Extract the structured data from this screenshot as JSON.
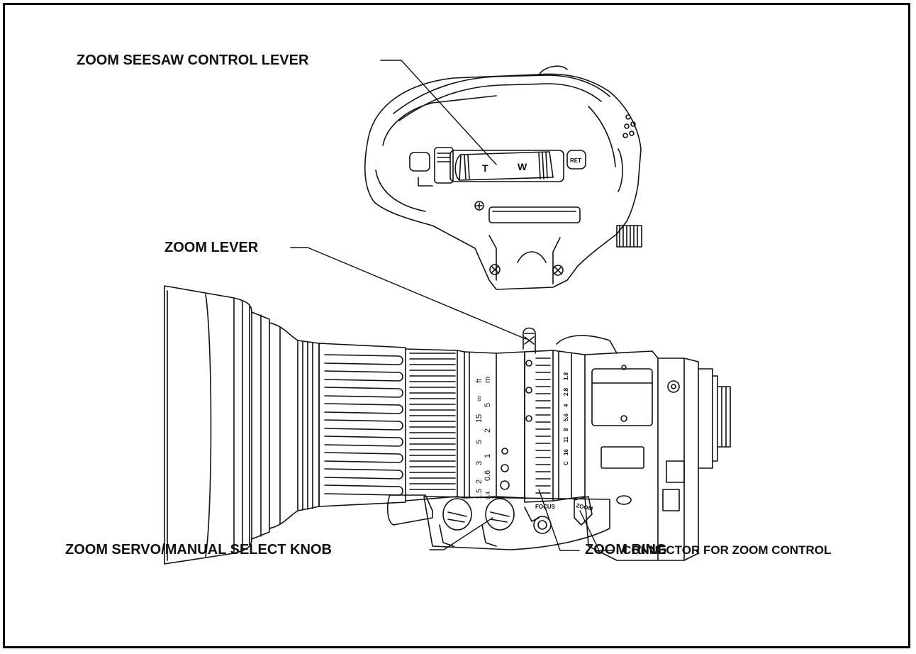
{
  "callouts": {
    "zoom_seesaw": "ZOOM SEESAW CONTROL LEVER",
    "zoom_lever": "ZOOM LEVER",
    "zoom_connector": "CONNECTOR FOR ZOOM CONTROL",
    "servo_knob": "ZOOM SERVO/MANUAL SELECT KNOB",
    "zoom_ring": "ZOOM RING"
  },
  "grip_markings": {
    "tele": "T",
    "wide": "W",
    "ret": "RET"
  },
  "lens_markings": {
    "ft_unit": "ft",
    "m_unit": "m",
    "ft_scale": [
      "∞",
      "15",
      "5",
      "3",
      "2",
      "1.5"
    ],
    "m_scale": [
      "5",
      "2",
      "1",
      "0.6",
      "0.4"
    ],
    "aperture_scale": [
      "1.8",
      "2.8",
      "4",
      "5.6",
      "8",
      "11",
      "16",
      "C"
    ],
    "focus_label": "FOCUS",
    "zoom_label": "ZOOM"
  },
  "colors": {
    "line": "#111111",
    "frame": "#000000",
    "background": "#ffffff"
  }
}
